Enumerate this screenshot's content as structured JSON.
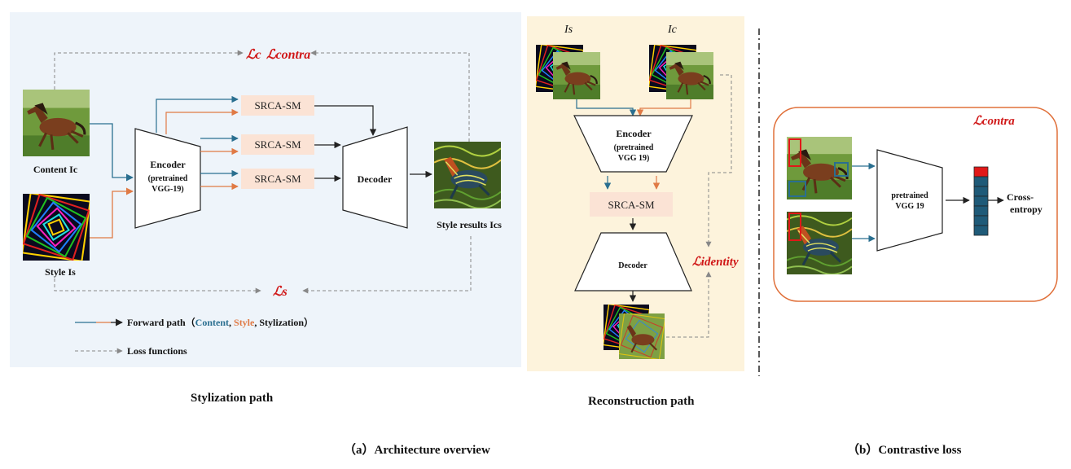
{
  "stylization": {
    "loss_top_a": "ℒc",
    "loss_top_b": "ℒcontra",
    "loss_bottom": "ℒs",
    "content_label": "Content Ic",
    "style_label": "Style Is",
    "encoder_title": "Encoder",
    "encoder_sub1": "(pretrained",
    "encoder_sub2": "VGG-19)",
    "srca_1": "SRCA-SM",
    "srca_2": "SRCA-SM",
    "srca_3": "SRCA-SM",
    "decoder": "Decoder",
    "result_label": "Style results Ics",
    "legend_forward_prefix": "Forward path（",
    "legend_content": "Content",
    "legend_style": "Style",
    "legend_stylization": ", Stylization）",
    "legend_loss": "Loss functions",
    "caption": "Stylization  path"
  },
  "reconstruction": {
    "is_label": "Is",
    "ic_label": "Ic",
    "encoder_title": "Encoder",
    "encoder_sub1": "(pretrained",
    "encoder_sub2": "VGG 19)",
    "srca": "SRCA-SM",
    "decoder": "Decoder",
    "loss_identity": "ℒidentity",
    "caption": "Reconstruction  path"
  },
  "contrastive": {
    "loss": "ℒcontra",
    "vgg1": "pretrained",
    "vgg2": "VGG 19",
    "output_label1": "Cross-",
    "output_label2": "entropy"
  },
  "captions": {
    "a": "（a）Architecture overview",
    "b": "（b）Contrastive loss"
  },
  "colors": {
    "content_arrow": "#2a6f90",
    "style_arrow": "#e07a45",
    "loss_arrow": "#888888",
    "loss_text": "#d01818",
    "left_panel_bg": "#eef4fa",
    "middle_panel_bg": "#fdf3dc",
    "srca_bg": "#fbe3d5",
    "contrastive_border": "#e0703a"
  }
}
